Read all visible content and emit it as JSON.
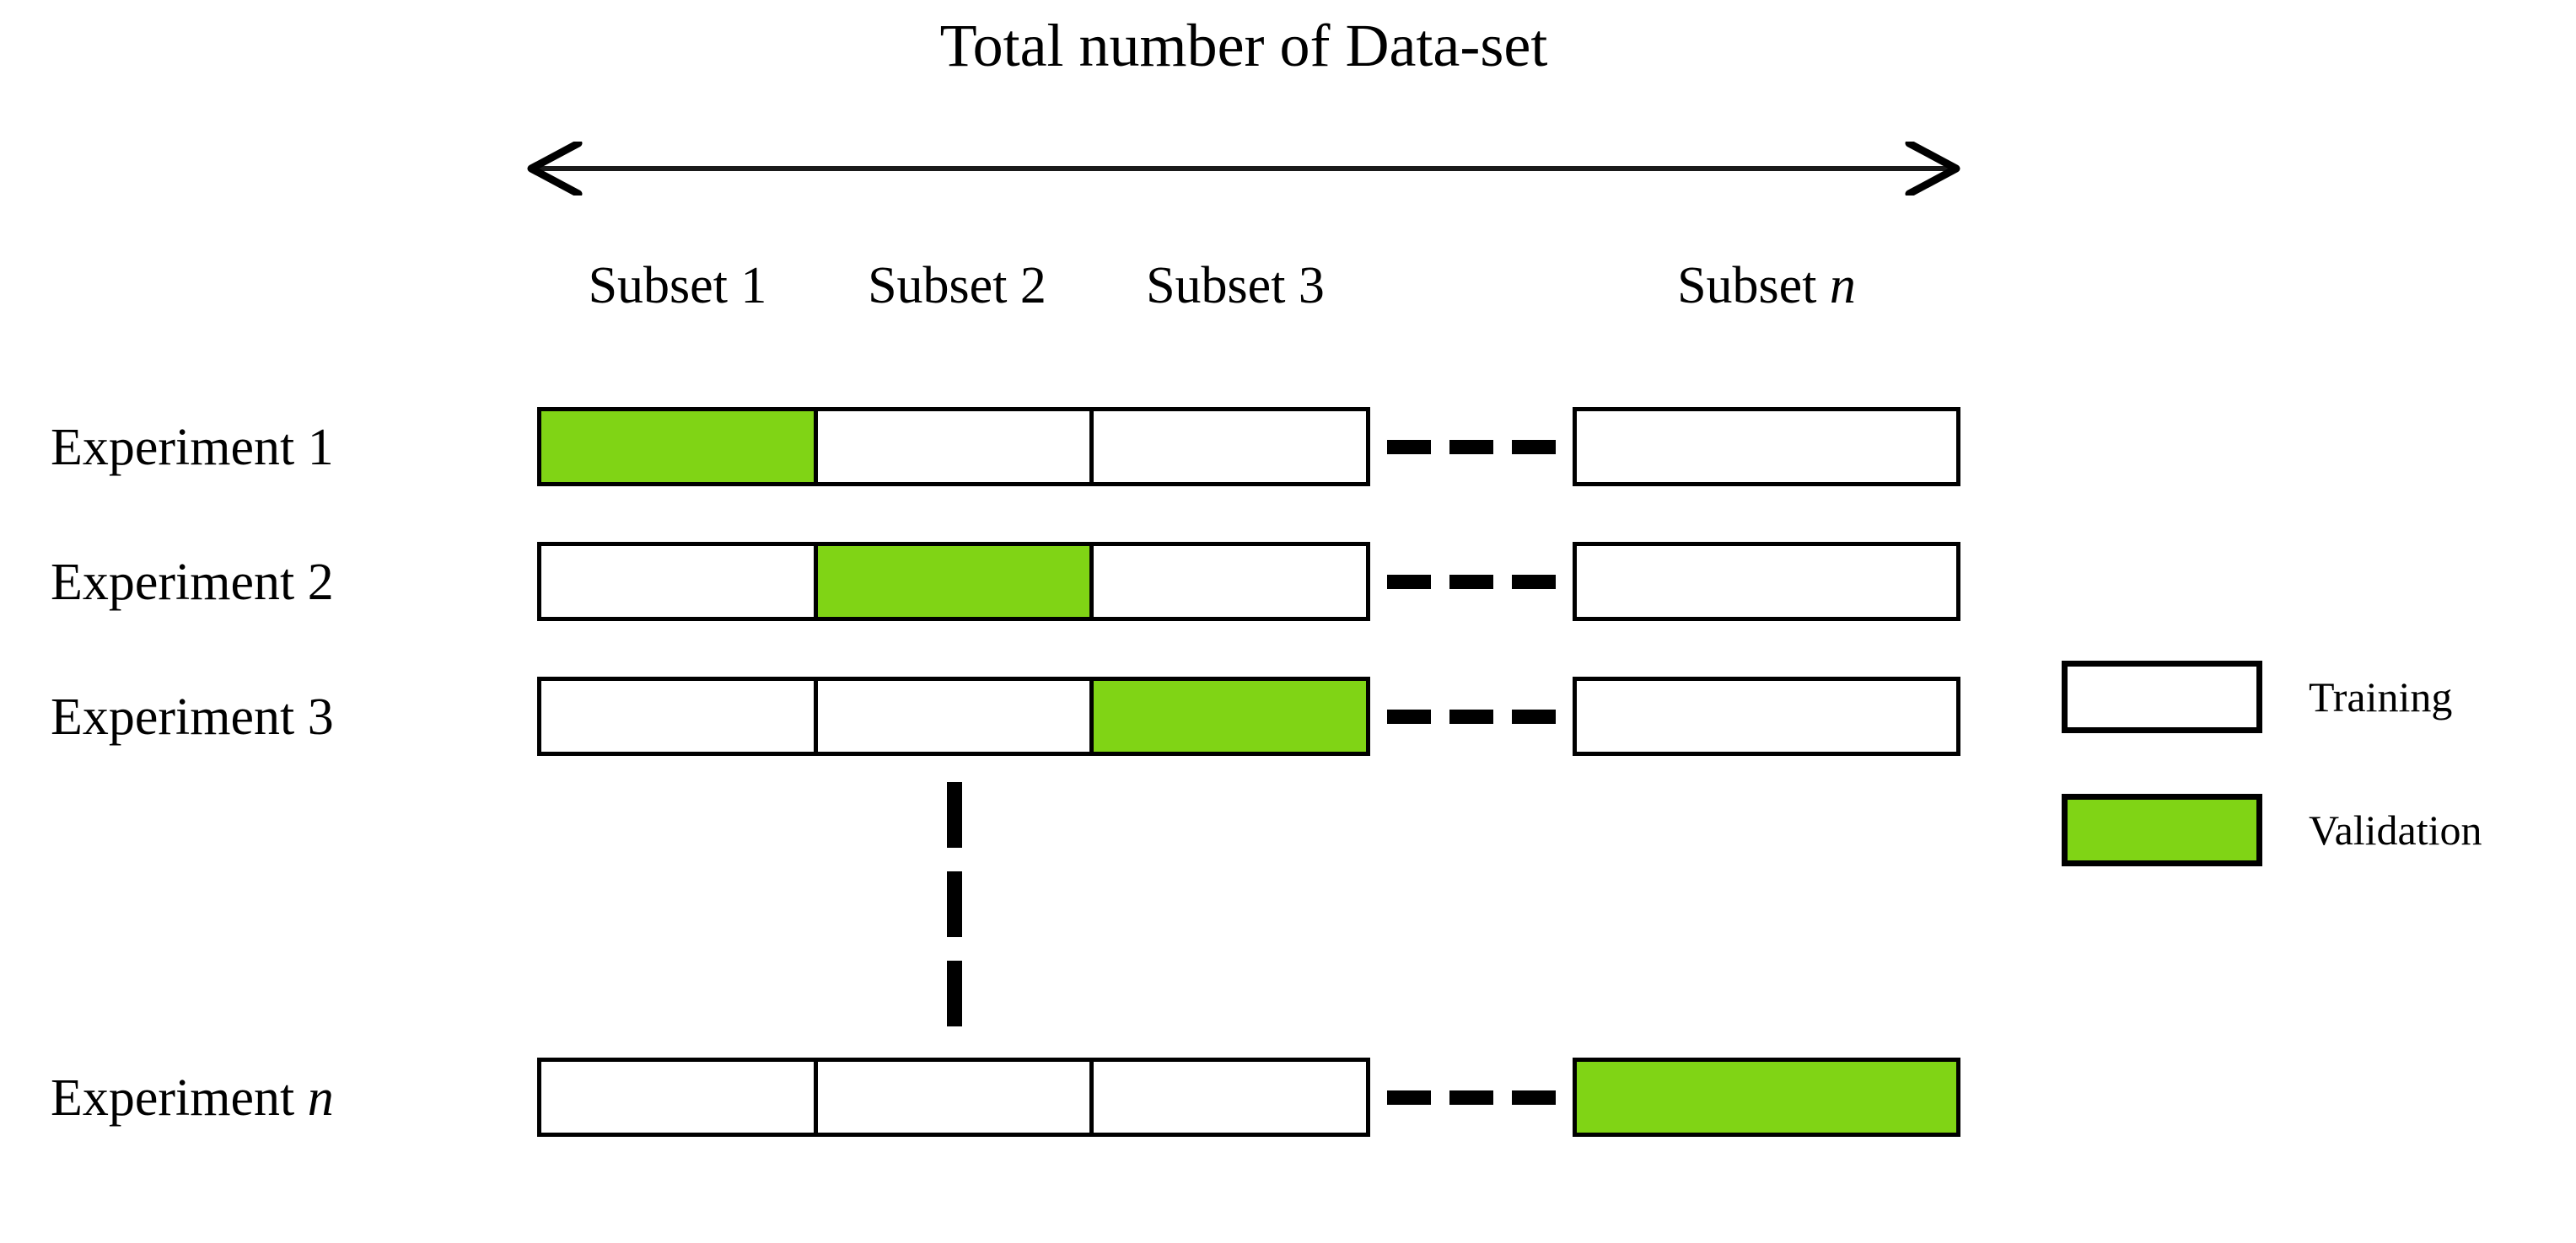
{
  "figure": {
    "title": "Total number of Data-set",
    "span_arrow": {
      "name": "double-headed-arrow",
      "direction": "both",
      "color": "#000000"
    },
    "background_color": "#ffffff",
    "line_color": "#000000"
  },
  "columns": {
    "headers": [
      {
        "label": "Subset 1",
        "italic_suffix": ""
      },
      {
        "label": "Subset 2",
        "italic_suffix": ""
      },
      {
        "label": "Subset 3",
        "italic_suffix": ""
      },
      {
        "label": "Subset ",
        "italic_suffix": "n"
      }
    ]
  },
  "rows": [
    {
      "label": "Experiment 1",
      "italic_suffix": "",
      "cells": [
        "validation",
        "training",
        "training"
      ],
      "tail_cell": "training",
      "ellipsis": "horizontal-dashes"
    },
    {
      "label": "Experiment 2",
      "italic_suffix": "",
      "cells": [
        "training",
        "validation",
        "training"
      ],
      "tail_cell": "training",
      "ellipsis": "horizontal-dashes"
    },
    {
      "label": "Experiment 3",
      "italic_suffix": "",
      "cells": [
        "training",
        "training",
        "validation"
      ],
      "tail_cell": "training",
      "ellipsis": "horizontal-dashes"
    },
    {
      "label": "Experiment ",
      "italic_suffix": "n",
      "cells": [
        "training",
        "training",
        "training"
      ],
      "tail_cell": "validation",
      "ellipsis": "horizontal-dashes"
    }
  ],
  "vertical_ellipsis": {
    "name": "vertical-dashes",
    "dash_count": 3
  },
  "legend": {
    "items": [
      {
        "label": "Training",
        "fill": "#ffffff",
        "state": "training"
      },
      {
        "label": "Validation",
        "fill": "#80d415",
        "state": "validation"
      }
    ]
  },
  "colors": {
    "validation_green": "#80d415",
    "training_white": "#ffffff",
    "stroke_black": "#000000"
  },
  "chart_data": {
    "type": "table",
    "title": "Total number of Data-set",
    "categories": [
      "Subset 1",
      "Subset 2",
      "Subset 3",
      "Subset n"
    ],
    "series": [
      {
        "name": "Experiment 1",
        "values": [
          "validation",
          "training",
          "training",
          "training"
        ]
      },
      {
        "name": "Experiment 2",
        "values": [
          "training",
          "validation",
          "training",
          "training"
        ]
      },
      {
        "name": "Experiment 3",
        "values": [
          "training",
          "training",
          "validation",
          "training"
        ]
      },
      {
        "name": "Experiment n",
        "values": [
          "training",
          "training",
          "training",
          "validation"
        ]
      }
    ],
    "legend": [
      "Training",
      "Validation"
    ],
    "xlabel": "Total number of Data-set",
    "ylabel": "",
    "grid": false,
    "legend_position": "right"
  }
}
